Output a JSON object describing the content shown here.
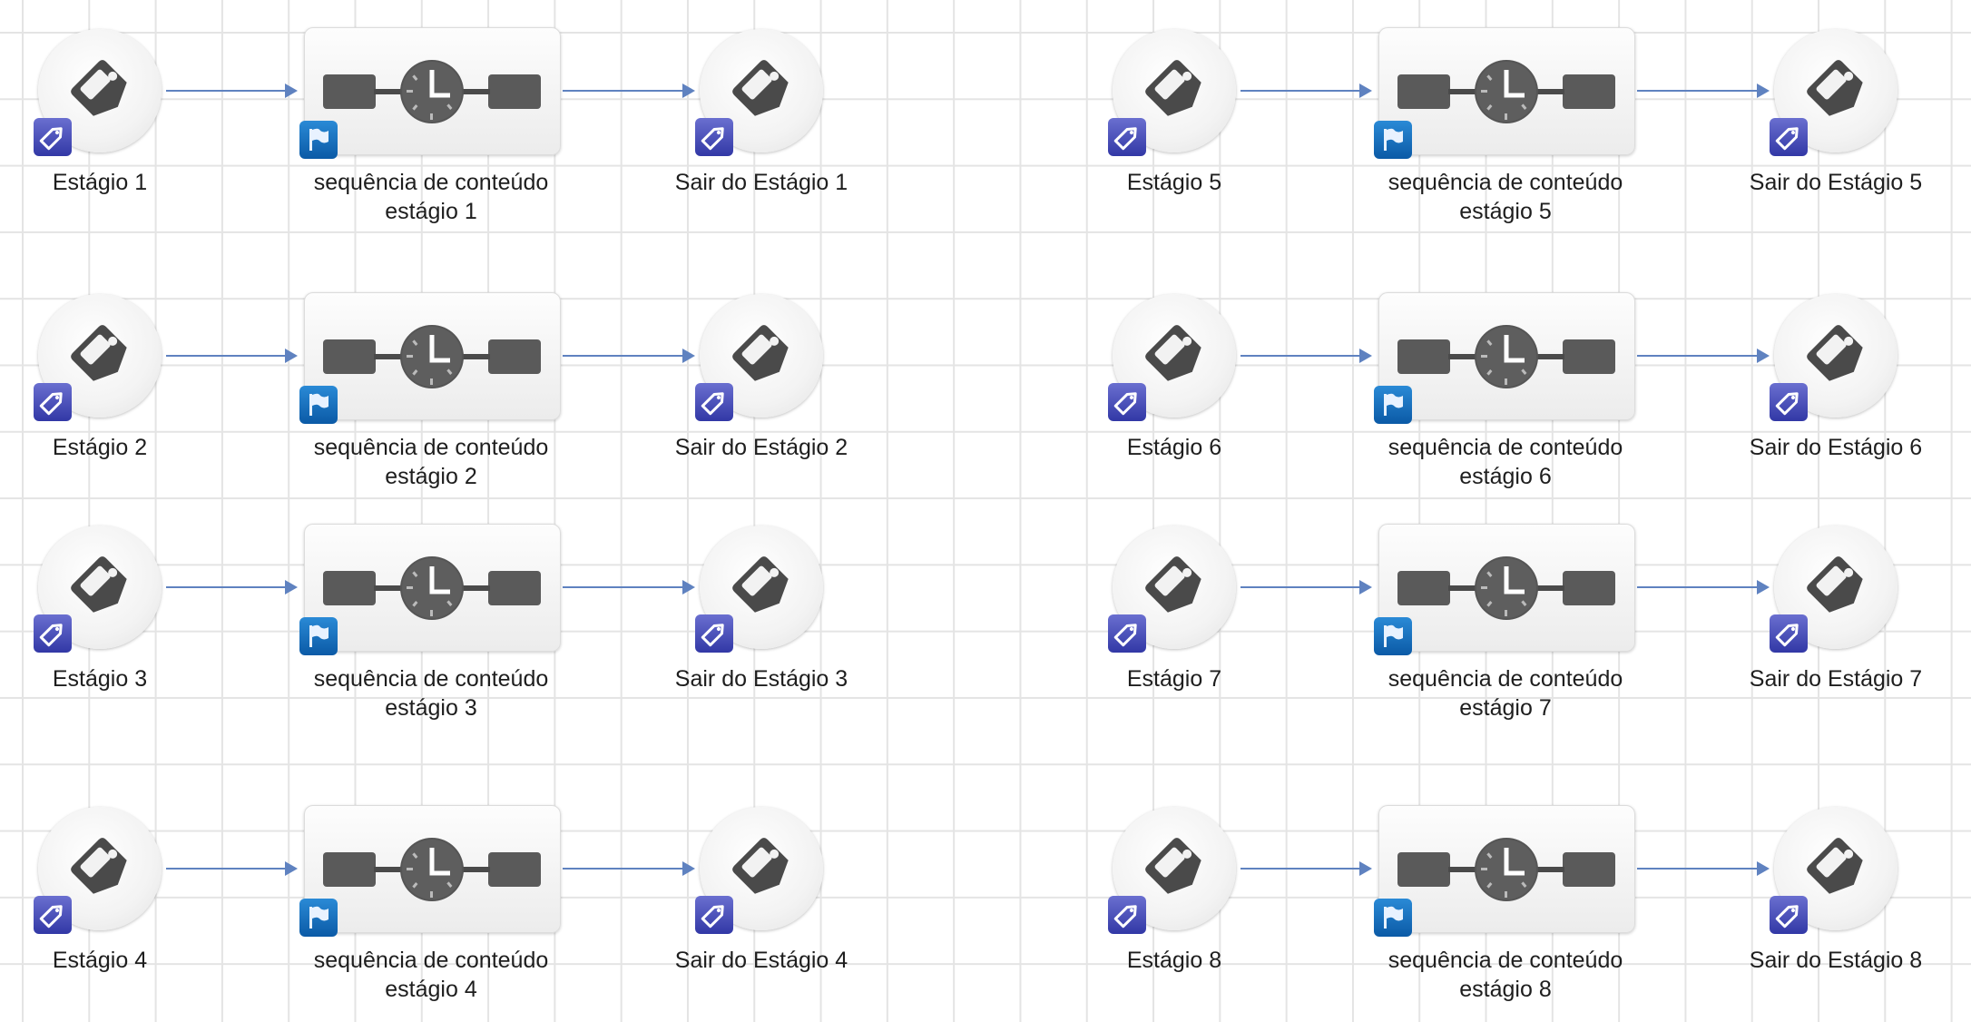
{
  "colors": {
    "connector": "#5f82c0",
    "tag_badge": "#3f45b5",
    "flag_badge": "#0f68b5"
  },
  "stages": [
    {
      "entry": "Estágio 1",
      "sequence_line1": "sequência de conteúdo",
      "sequence_line2": "estágio 1",
      "exit": "Sair do Estágio 1"
    },
    {
      "entry": "Estágio 2",
      "sequence_line1": "sequência de conteúdo",
      "sequence_line2": "estágio 2",
      "exit": "Sair do Estágio 2"
    },
    {
      "entry": "Estágio 3",
      "sequence_line1": "sequência de conteúdo",
      "sequence_line2": "estágio 3",
      "exit": "Sair do Estágio 3"
    },
    {
      "entry": "Estágio 4",
      "sequence_line1": "sequência de conteúdo",
      "sequence_line2": "estágio 4",
      "exit": "Sair do Estágio 4"
    },
    {
      "entry": "Estágio 5",
      "sequence_line1": "sequência de conteúdo",
      "sequence_line2": "estágio 5",
      "exit": "Sair do Estágio 5"
    },
    {
      "entry": "Estágio 6",
      "sequence_line1": "sequência de conteúdo",
      "sequence_line2": "estágio 6",
      "exit": "Sair do Estágio 6"
    },
    {
      "entry": "Estágio 7",
      "sequence_line1": "sequência de conteúdo",
      "sequence_line2": "estágio 7",
      "exit": "Sair do Estágio 7"
    },
    {
      "entry": "Estágio 8",
      "sequence_line1": "sequência de conteúdo",
      "sequence_line2": "estágio 8",
      "exit": "Sair do Estágio 8"
    }
  ]
}
